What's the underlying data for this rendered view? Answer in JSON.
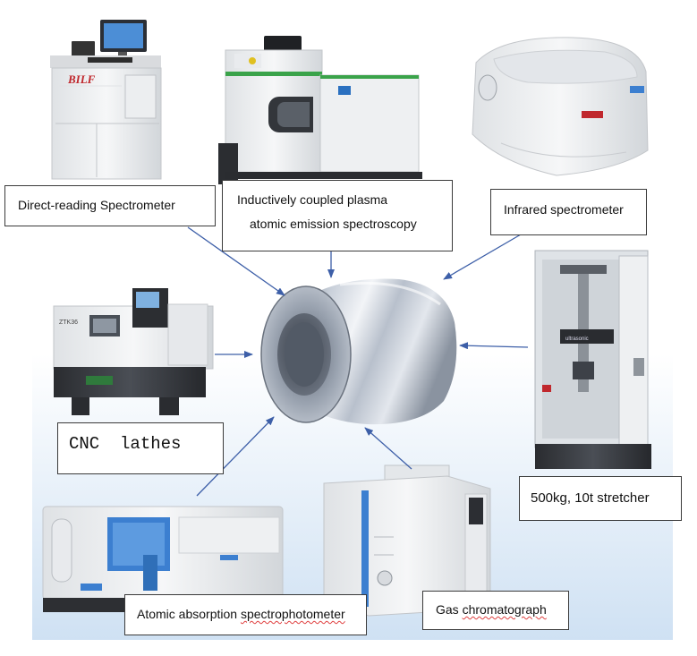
{
  "center": {
    "name": "aluminum-coil"
  },
  "instruments": [
    {
      "id": "direct-reading-spectrometer",
      "label": "Direct-reading Spectrometer",
      "brand": "BILF"
    },
    {
      "id": "icp-aes",
      "label_line1": "Inductively coupled plasma",
      "label_line2": "atomic emission spectroscopy"
    },
    {
      "id": "infrared-spectrometer",
      "label": "Infrared spectrometer"
    },
    {
      "id": "cnc-lathes",
      "label": "CNC  lathes"
    },
    {
      "id": "stretcher",
      "label": "500kg, 10t stretcher"
    },
    {
      "id": "atomic-absorption",
      "label_prefix": "Atomic absorption ",
      "label_squiggle": "spectrophotometer"
    },
    {
      "id": "gas-chromatograph",
      "label_prefix": "Gas ",
      "label_squiggle": "chromatograph"
    }
  ],
  "colors": {
    "arrow": "#3d5fa8",
    "coil_highlight": "#dfe5ee",
    "coil_shadow": "#4a5260",
    "machine_white": "#f1f2f3",
    "machine_base": "#2f3134",
    "accent_green": "#3aa34a",
    "accent_blue": "#3c7fd0",
    "bg_gradient_bottom": "#cfe1f3"
  }
}
